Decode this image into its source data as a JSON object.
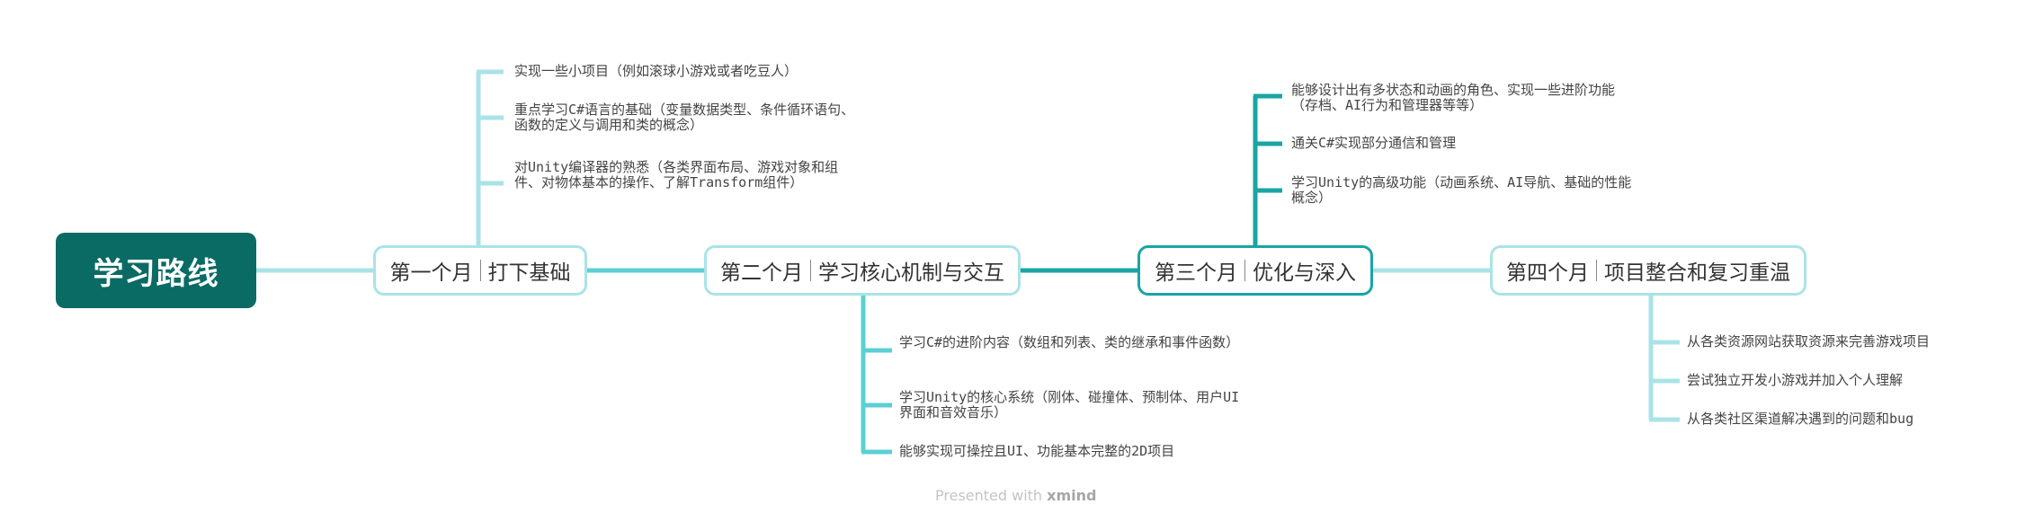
{
  "root": {
    "label": "学习路线"
  },
  "months": [
    {
      "title": "第一个月",
      "subtitle": "打下基础",
      "items": [
        "实现一些小项目（例如滚球小游戏或者吃豆人）",
        "重点学习C#语言的基础（变量数据类型、条件循环语句、函数的定义与调用和类的概念）",
        "对Unity编译器的熟悉（各类界面布局、游戏对象和组件、对物体基本的操作、了解Transform组件）"
      ]
    },
    {
      "title": "第二个月",
      "subtitle": "学习核心机制与交互",
      "items": [
        "学习C#的进阶内容（数组和列表、类的继承和事件函数）",
        "学习Unity的核心系统（刚体、碰撞体、预制体、用户UI界面和音效音乐）",
        "能够实现可操控且UI、功能基本完整的2D项目"
      ]
    },
    {
      "title": "第三个月",
      "subtitle": "优化与深入",
      "items": [
        "能够设计出有多状态和动画的角色、实现一些进阶功能（存档、AI行为和管理器等等）",
        "通关C#实现部分通信和管理",
        "学习Unity的高级功能（动画系统、AI导航、基础的性能概念）"
      ]
    },
    {
      "title": "第四个月",
      "subtitle": "项目整合和复习重温",
      "items": [
        "从各类资源网站获取资源来完善游戏项目",
        "尝试独立开发小游戏并加入个人理解",
        "从各类社区渠道解决遇到的问题和bug"
      ]
    }
  ],
  "footer": {
    "prefix": "Presented with",
    "brand": "xmind"
  },
  "colors": {
    "root": "#0a6b64",
    "light_branch": "#a9e3e7",
    "mid_branch": "#5ccfd3",
    "dark_branch": "#1aa4a4"
  }
}
